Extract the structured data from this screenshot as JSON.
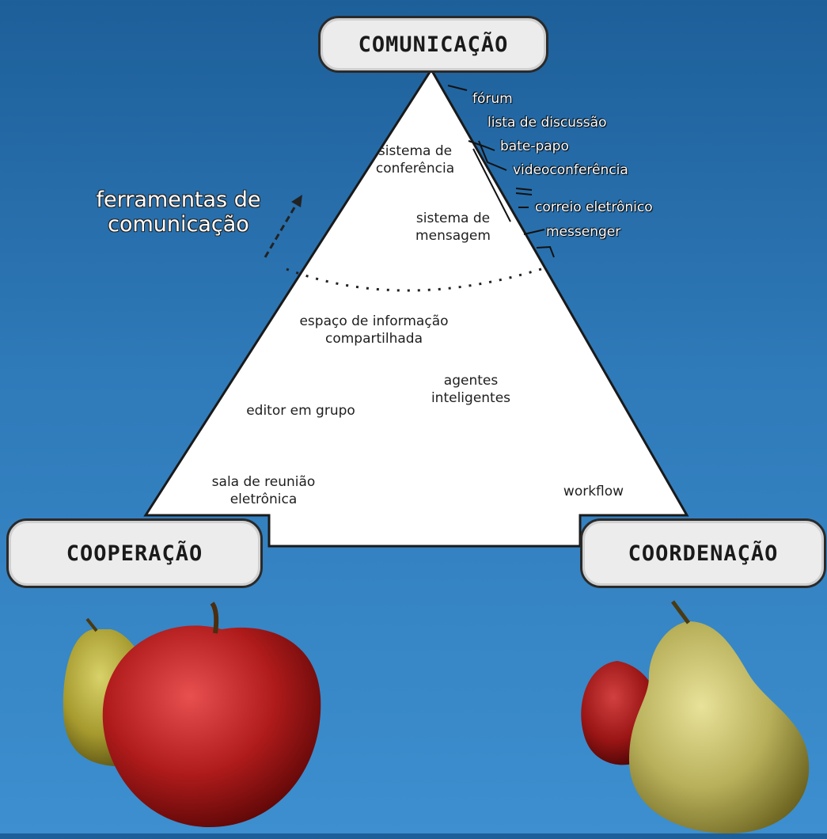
{
  "vertices": {
    "top": "COMUNICAÇÃO",
    "left": "COOPERAÇÃO",
    "right": "COORDENAÇÃO"
  },
  "side_label": "ferramentas de comunicação",
  "communication_tools": [
    "fórum",
    "lista de discussão",
    "bate-papo",
    "videoconferência",
    "correio eletrônico",
    "messenger"
  ],
  "inner_labels": {
    "conference_system": "sistema de conferência",
    "message_system": "sistema de mensagem",
    "shared_info_space": "espaço de informação compartilhada",
    "intelligent_agents": "agentes inteligentes",
    "group_editor": "editor em grupo",
    "meeting_room": "sala de reunião eletrônica",
    "workflow": "workflow"
  },
  "colors": {
    "background": "#2f7ab9",
    "triangle": "#ffffff",
    "vertex_box": "#ececec"
  }
}
